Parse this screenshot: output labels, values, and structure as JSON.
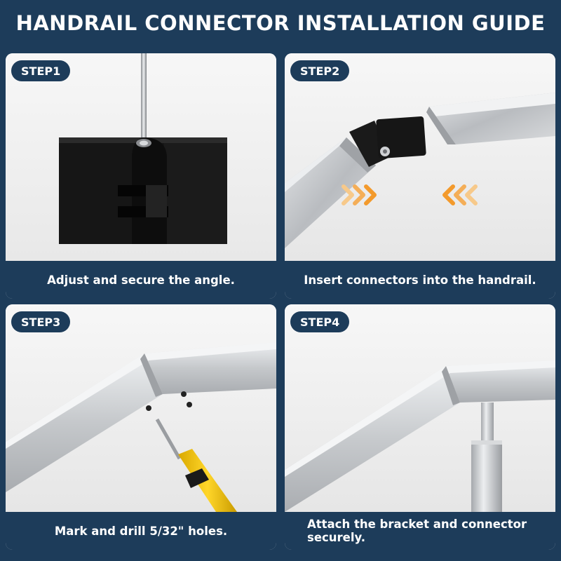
{
  "header": {
    "title": "HANDRAIL CONNECTOR INSTALLATION GUIDE"
  },
  "steps": [
    {
      "badge": "STEP1",
      "caption": "Adjust and secure the angle."
    },
    {
      "badge": "STEP2",
      "caption": "Insert connectors into the handrail."
    },
    {
      "badge": "STEP3",
      "caption": "Mark and drill 5/32\" holes."
    },
    {
      "badge": "STEP4",
      "caption": "Attach the bracket and connector securely."
    }
  ],
  "colors": {
    "navy": "#1d3c5a",
    "arrow_orange": "#f39a2c",
    "screwdriver_yellow": "#f2c200",
    "connector_black": "#121212",
    "rail_silver": "#c4c6c9"
  }
}
